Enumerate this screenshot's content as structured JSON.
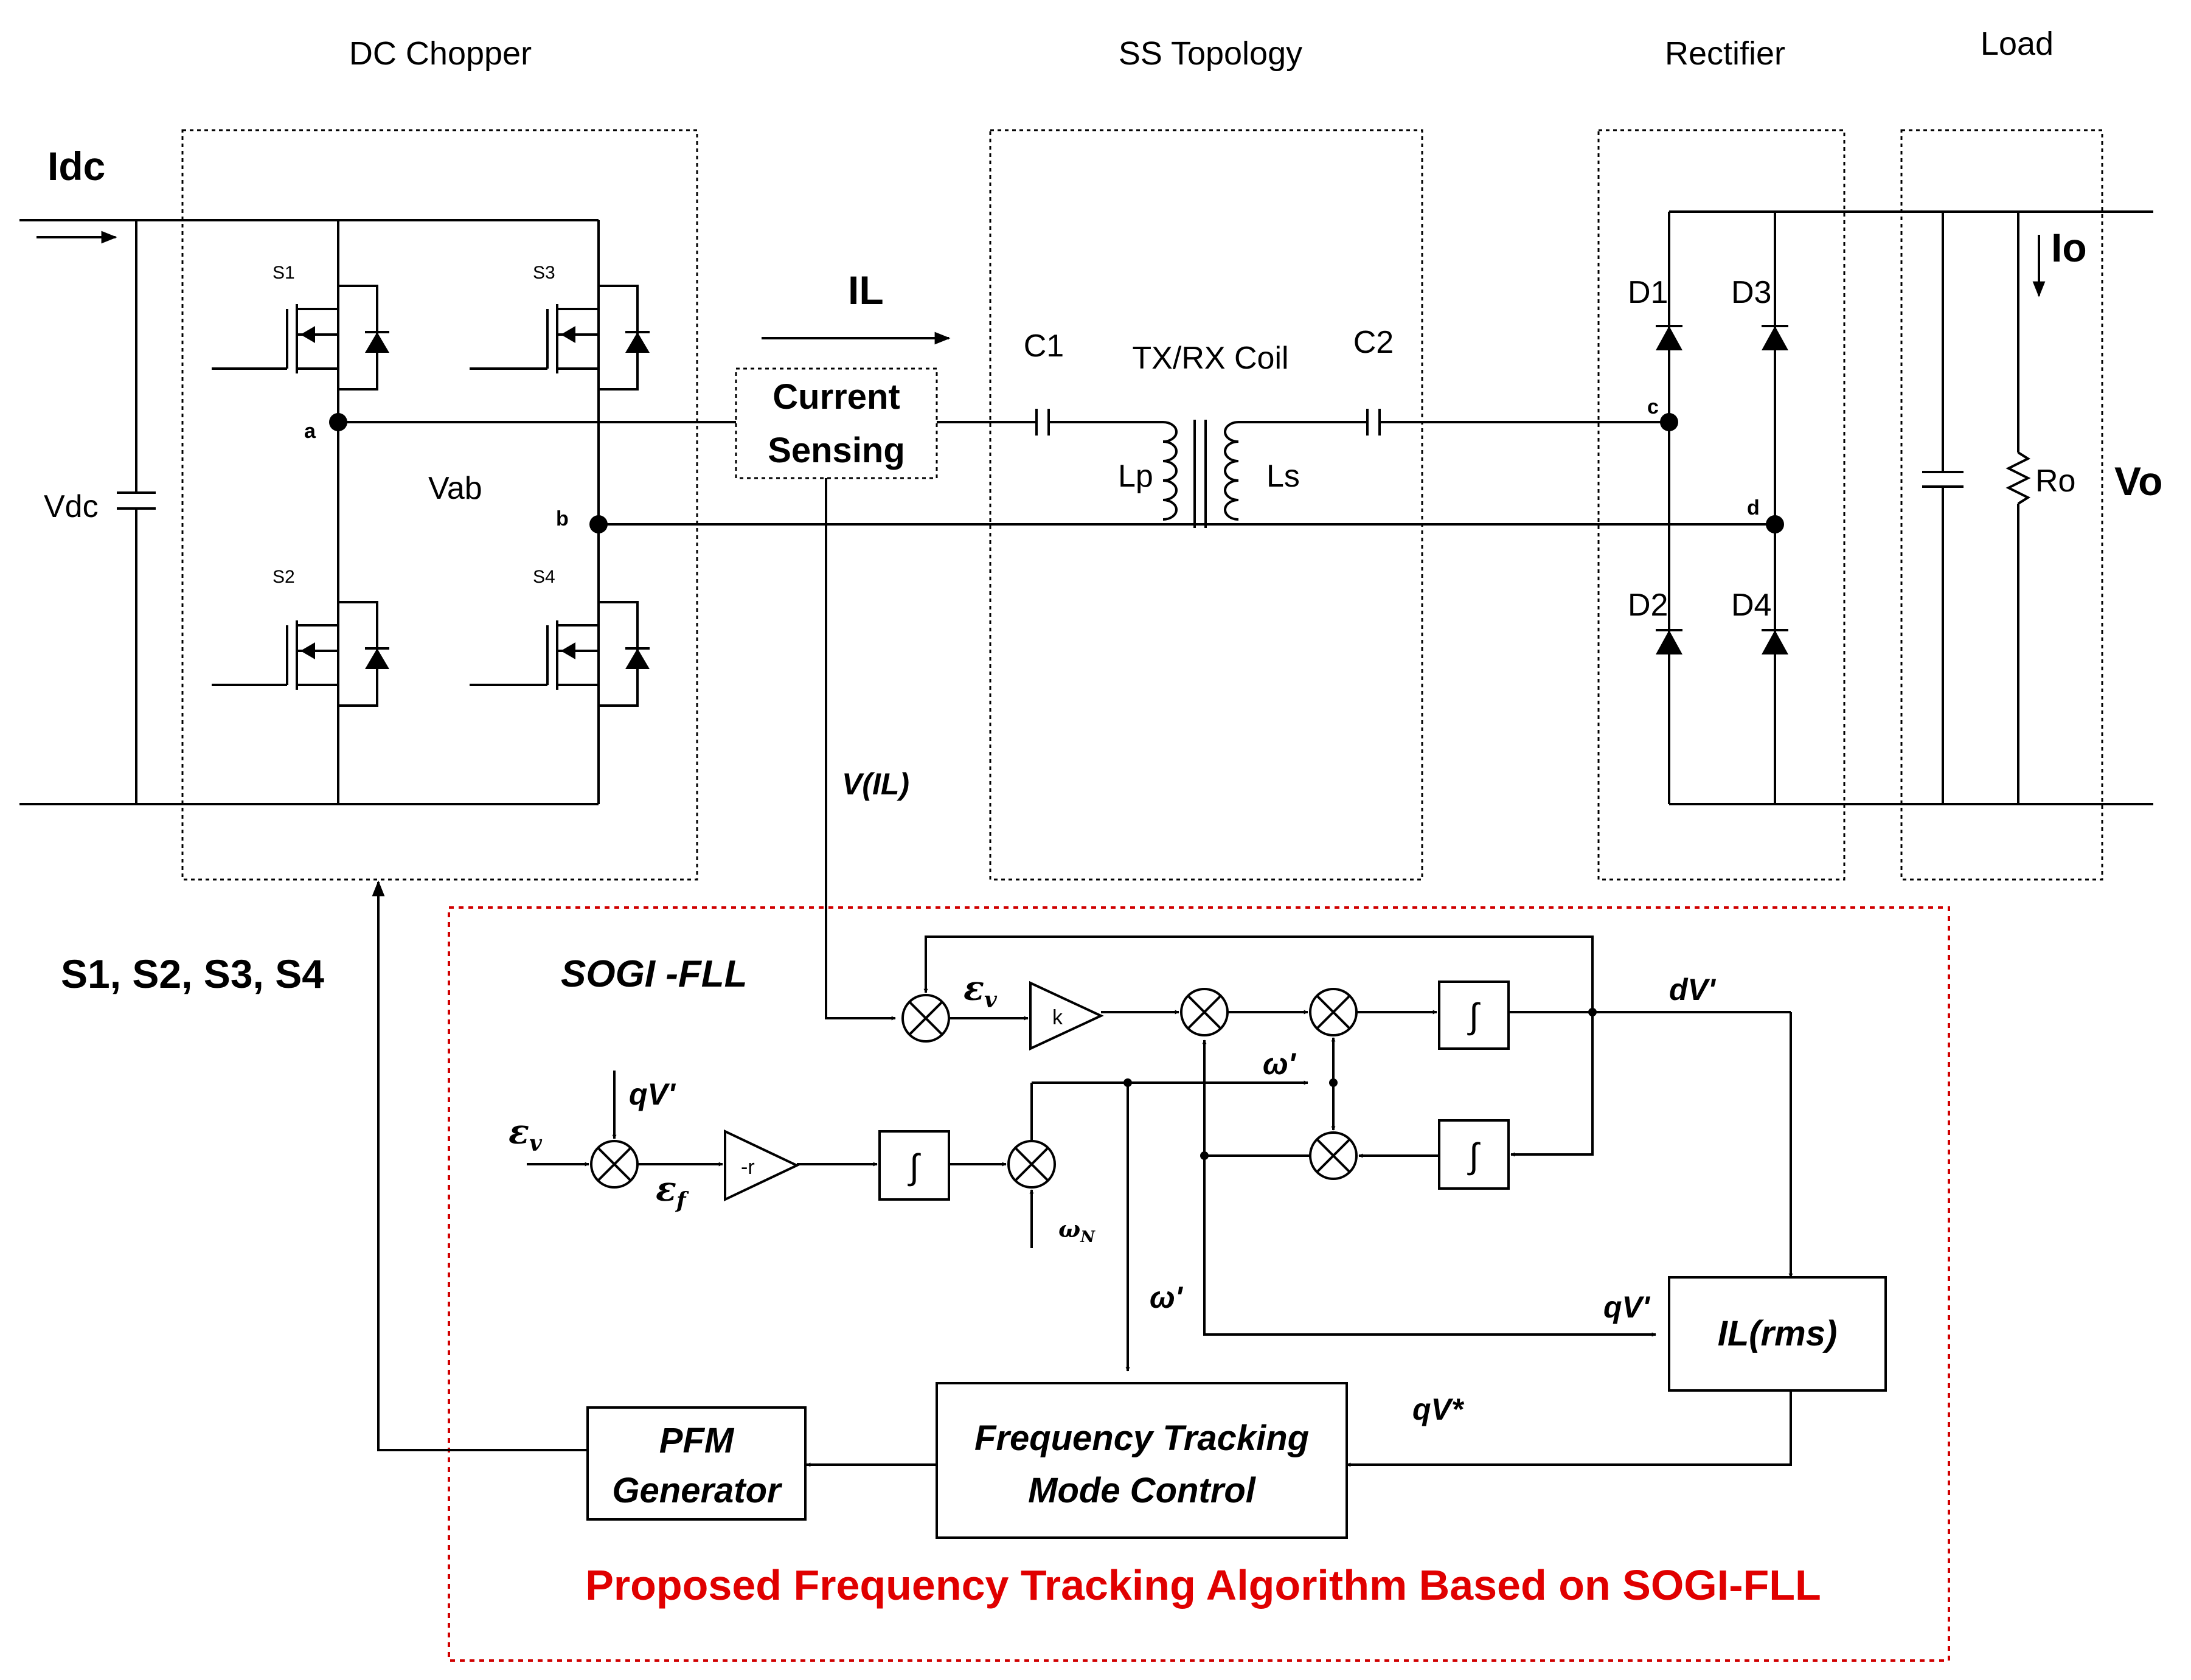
{
  "sections": {
    "dc_chopper": "DC Chopper",
    "ss_topology": "SS Topology",
    "rectifier": "Rectifier",
    "load": "Load"
  },
  "power_stage": {
    "idc": "Idc",
    "vdc": "Vdc",
    "switches": [
      "S1",
      "S2",
      "S3",
      "S4"
    ],
    "node_a": "a",
    "node_b": "b",
    "node_c": "c",
    "node_d": "d",
    "vab": "Vab",
    "il": "IL",
    "current_sensing": [
      "Current",
      "Sensing"
    ],
    "c1": "C1",
    "c2": "C2",
    "coil": "TX/RX Coil",
    "lp": "Lp",
    "ls": "Ls",
    "diodes": [
      "D1",
      "D2",
      "D3",
      "D4"
    ],
    "io": "Io",
    "ro": "Ro",
    "vo": "Vo",
    "v_il": "V(IL)",
    "gate_signals": "S1, S2, S3, S4"
  },
  "control": {
    "title": "SOGI -FLL",
    "error_v": "ε",
    "error_v_sub": "v",
    "error_f": "ε",
    "error_f_sub": "f",
    "gain_k": "k",
    "gain_r": "-r",
    "integrator": "∫",
    "dv": "dV'",
    "qv": "qV'",
    "omega": "ω'",
    "omega_n": "ω",
    "omega_n_sub": "N",
    "qv_star": "qV*",
    "il_rms": "IL(rms)",
    "freq_tracking": [
      "Frequency Tracking",
      "Mode Control"
    ],
    "pfm": [
      "PFM",
      "Generator"
    ],
    "caption": "Proposed Frequency Tracking Algorithm Based on SOGI-FLL"
  },
  "colors": {
    "caption": "#e00000",
    "control_box_border": "#d00000",
    "lines": "#000000"
  }
}
